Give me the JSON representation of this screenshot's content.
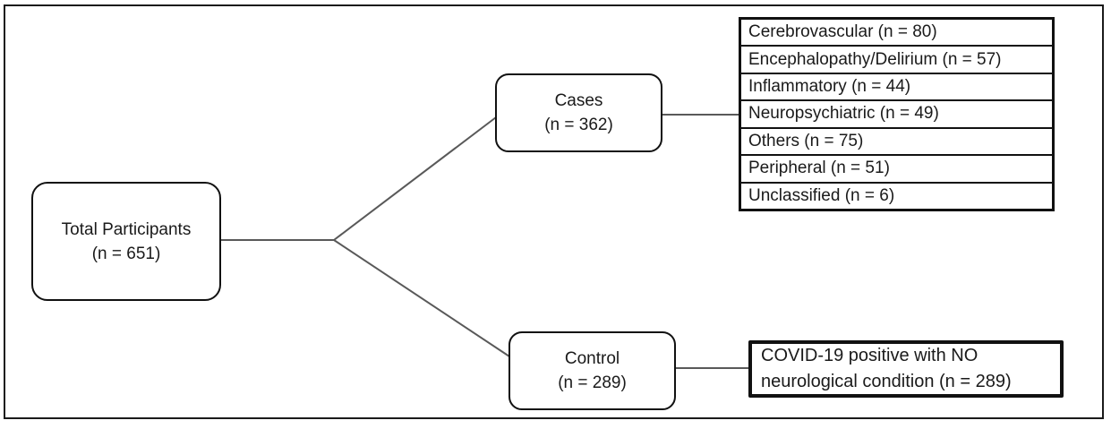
{
  "nodes": {
    "total_participants": {
      "title": "Total Participants",
      "count": "(n = 651)"
    },
    "cases": {
      "title": "Cases",
      "count": "(n = 362)"
    },
    "control": {
      "title": "Control",
      "count": "(n = 289)"
    }
  },
  "case_categories": [
    "Cerebrovascular (n = 80)",
    "Encephalopathy/Delirium (n = 57)",
    "Inflammatory (n = 44)",
    "Neuropsychiatric (n = 49)",
    "Others (n = 75)",
    "Peripheral (n = 51)",
    "Unclassified (n = 6)"
  ],
  "control_outcome": {
    "line1": "COVID-19 positive with NO",
    "line2": "neurological condition (n = 289)"
  },
  "colors": {
    "box_border": "#111111",
    "frame_border": "#1a1a1a",
    "connector": "#595959",
    "background": "#ffffff",
    "text": "#1a1a1a"
  }
}
